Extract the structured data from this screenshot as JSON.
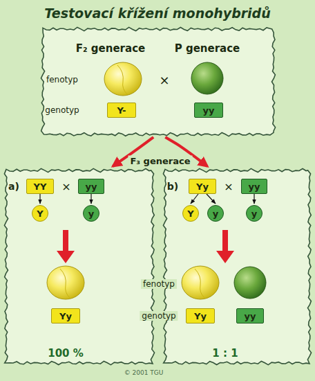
{
  "diagram": {
    "title": "Testovací křížení monohybridů",
    "nodes": [
      {
        "text": [
          "F₂ generace",
          "P generace",
          "fenotyp",
          "genotyp",
          "×"
        ]
      },
      {
        "text": [
          "Y-"
        ],
        "in": 0
      },
      {
        "text": [
          "yy"
        ],
        "in": 0
      },
      {
        "text": [
          "a)",
          "×",
          "100 %"
        ]
      },
      {
        "text": [
          "YY"
        ],
        "in": 3
      },
      {
        "text": [
          "yy"
        ],
        "in": 3
      },
      {
        "text": [
          "Y"
        ],
        "in": 3
      },
      {
        "text": [
          "y"
        ],
        "in": 3
      },
      {
        "text": [
          "Yy"
        ],
        "in": 3
      },
      {
        "text": [
          "b)",
          "×",
          "1 : 1"
        ]
      },
      {
        "text": [
          "Yy"
        ],
        "in": 9
      },
      {
        "text": [
          "yy"
        ],
        "in": 9
      },
      {
        "text": [
          "Y"
        ],
        "in": 9
      },
      {
        "text": [
          "y"
        ],
        "in": 9
      },
      {
        "text": [
          "y"
        ],
        "in": 9
      },
      {
        "text": [
          "Yy"
        ],
        "in": 9
      },
      {
        "text": [
          "yy"
        ],
        "in": 9
      }
    ],
    "edges": [
      {
        "from": 0,
        "to": 3,
        "arrow": "to"
      },
      {
        "from": 0,
        "to": 9,
        "arrow": "to"
      },
      {
        "from": 4,
        "to": 6,
        "arrow": "to"
      },
      {
        "from": 5,
        "to": 7,
        "arrow": "to"
      },
      {
        "from": 10,
        "to": 12,
        "arrow": "to"
      },
      {
        "from": 10,
        "to": 13,
        "arrow": "to"
      },
      {
        "from": 11,
        "to": 14,
        "arrow": "to"
      }
    ],
    "labels": [
      "F₃ generace",
      "fenotyp",
      "genotyp",
      "© 2001 TGU"
    ]
  }
}
